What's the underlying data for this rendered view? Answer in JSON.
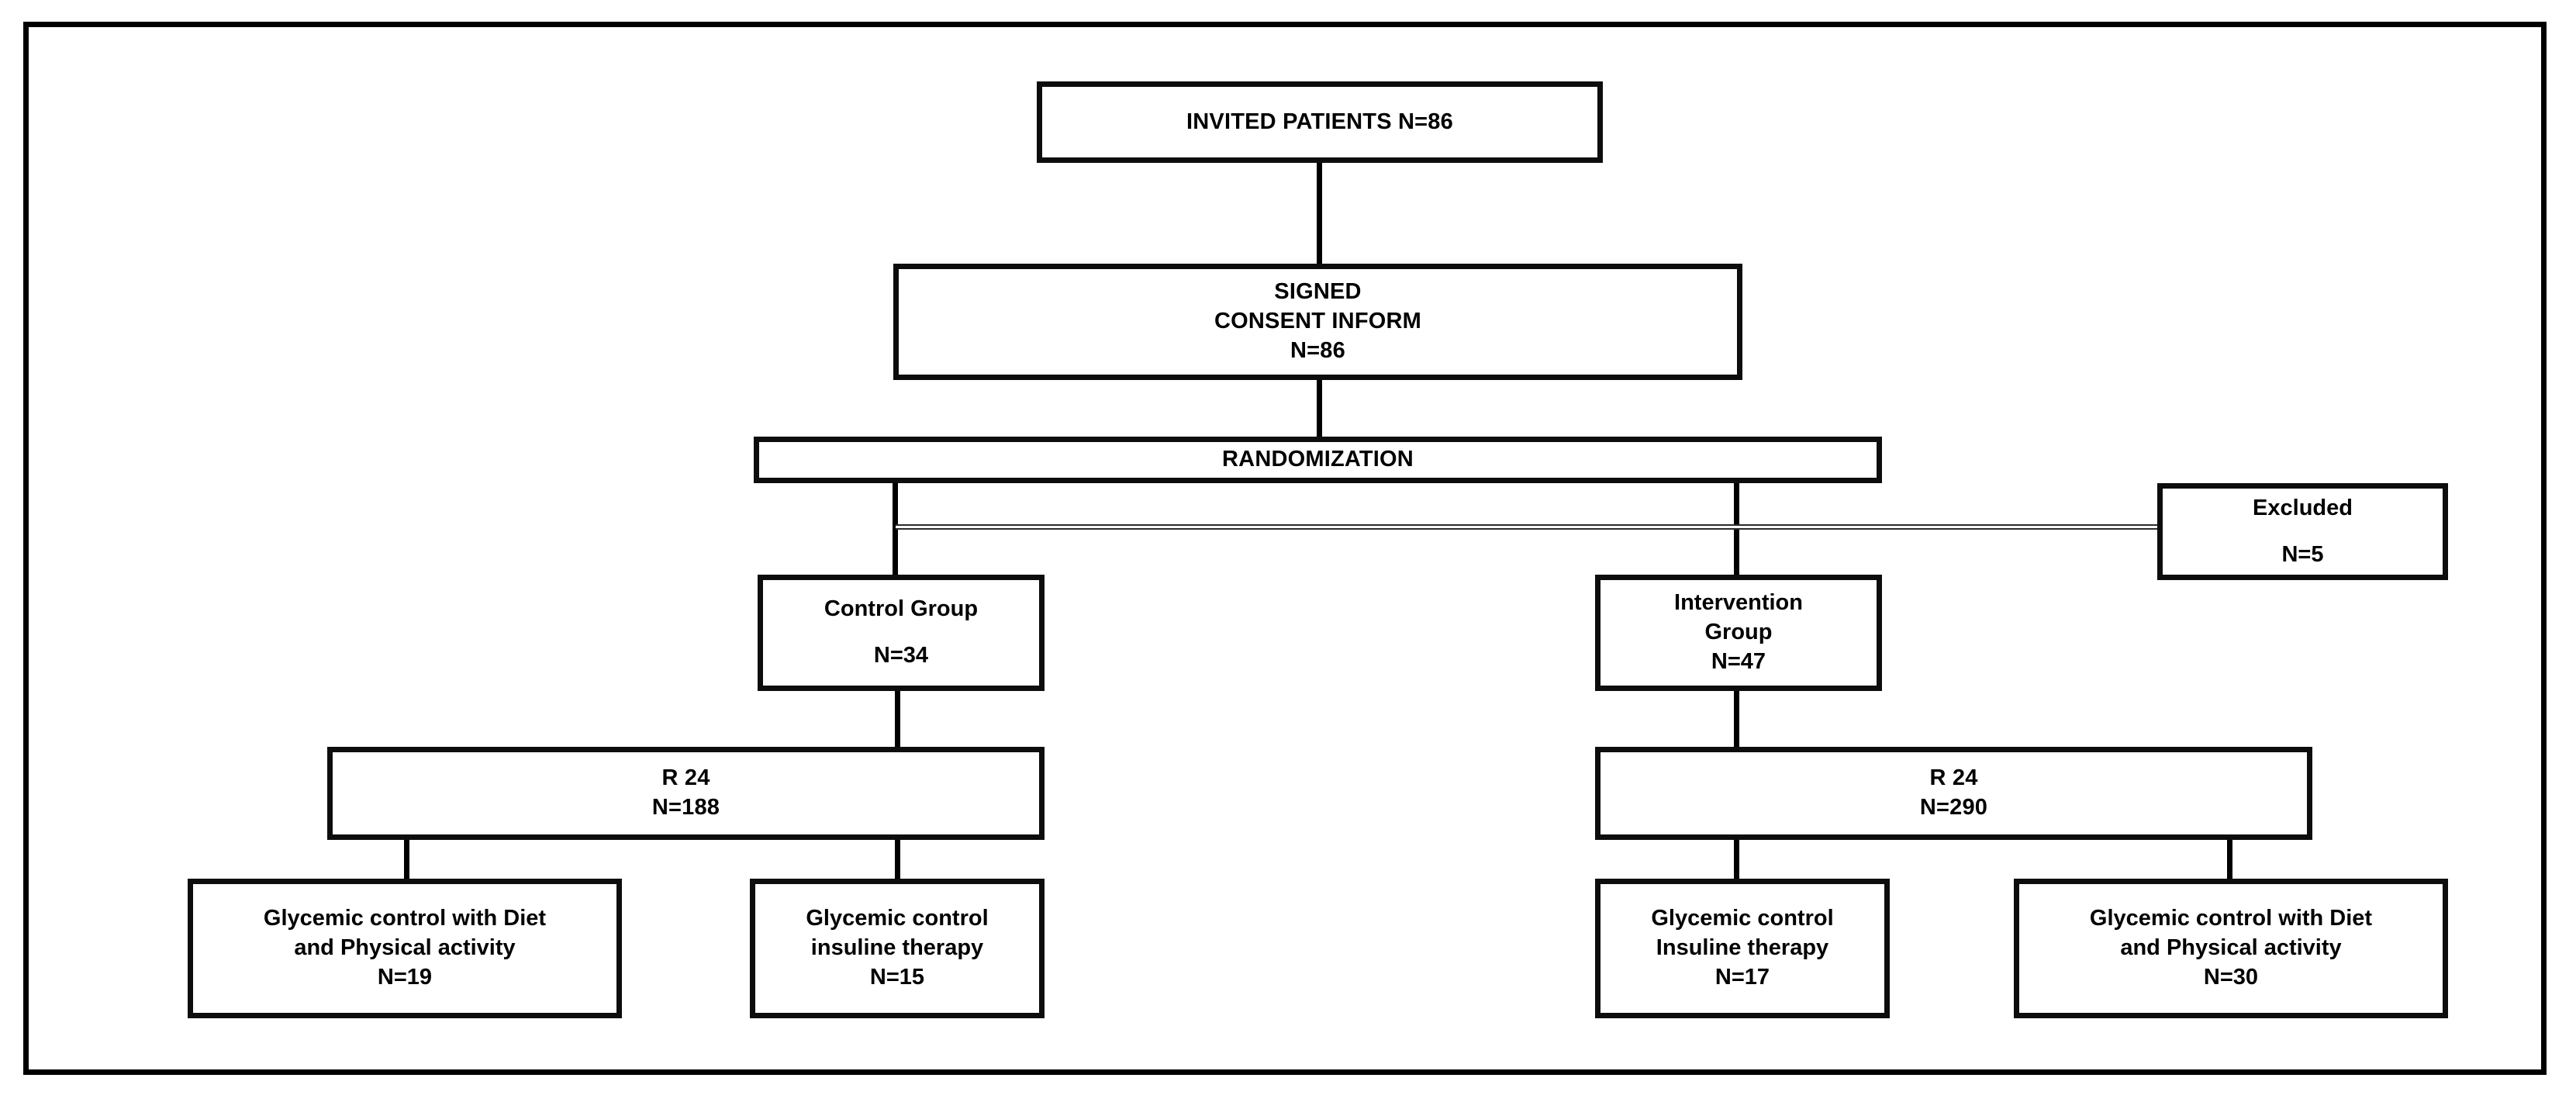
{
  "diagram": {
    "type": "flowchart",
    "title": "CONSORT participant flow diagram",
    "colors": {
      "box_border": "#0d0d0d",
      "connector": "#000000",
      "background": "#ffffff",
      "frame": "#000000"
    },
    "nodes": {
      "invited": {
        "id": "invited-patients",
        "lines": [
          "INVITED PATIENTS       N=86"
        ],
        "label": "INVITED PATIENTS",
        "n": "N=86"
      },
      "consent": {
        "id": "signed-consent-inform",
        "line1": "SIGNED",
        "line2": "CONSENT INFORM",
        "n": "N=86"
      },
      "randomization": {
        "id": "randomization",
        "label": "RANDOMIZATION"
      },
      "excluded": {
        "id": "excluded",
        "label": "Excluded",
        "n": "N=5"
      },
      "control_group": {
        "id": "control-group",
        "line1": "Control Group",
        "n": "N=34"
      },
      "intervention_group": {
        "id": "intervention-group",
        "line1": "Intervention",
        "line2": "Group",
        "n": "N=47"
      },
      "r24_left": {
        "id": "r24-control",
        "label": "R 24",
        "n": "N=188"
      },
      "r24_right": {
        "id": "r24-intervention",
        "label": "R 24",
        "n": "N=290"
      },
      "left_diet": {
        "id": "control-diet-activity",
        "line1": "Glycemic control with Diet",
        "line2": "and Physical activity",
        "n": "N=19"
      },
      "left_insulin": {
        "id": "control-insuline-therapy",
        "line1": "Glycemic control",
        "line2": "insuline therapy",
        "n": "N=15"
      },
      "right_insulin": {
        "id": "intervention-insuline-therapy",
        "line1": "Glycemic control",
        "line2": "Insuline therapy",
        "n": "N=17"
      },
      "right_diet": {
        "id": "intervention-diet-activity",
        "line1": "Glycemic control with Diet",
        "line2": "and Physical activity",
        "n": "N=30"
      }
    },
    "edges": [
      {
        "from": "invited",
        "to": "consent",
        "style": "solid-vertical"
      },
      {
        "from": "consent",
        "to": "randomization",
        "style": "solid-vertical"
      },
      {
        "from": "randomization",
        "to": "control_group",
        "style": "solid-vertical"
      },
      {
        "from": "randomization",
        "to": "intervention_group",
        "style": "solid-vertical"
      },
      {
        "from": "randomization",
        "to": "excluded",
        "style": "thin-double-horizontal"
      },
      {
        "from": "control_group",
        "to": "r24_left",
        "style": "solid-vertical"
      },
      {
        "from": "intervention_group",
        "to": "r24_right",
        "style": "solid-vertical"
      },
      {
        "from": "r24_left",
        "to": "left_diet",
        "style": "solid-vertical"
      },
      {
        "from": "r24_left",
        "to": "left_insulin",
        "style": "solid-vertical"
      },
      {
        "from": "r24_right",
        "to": "right_insulin",
        "style": "solid-vertical"
      },
      {
        "from": "r24_right",
        "to": "right_diet",
        "style": "solid-vertical"
      }
    ]
  }
}
